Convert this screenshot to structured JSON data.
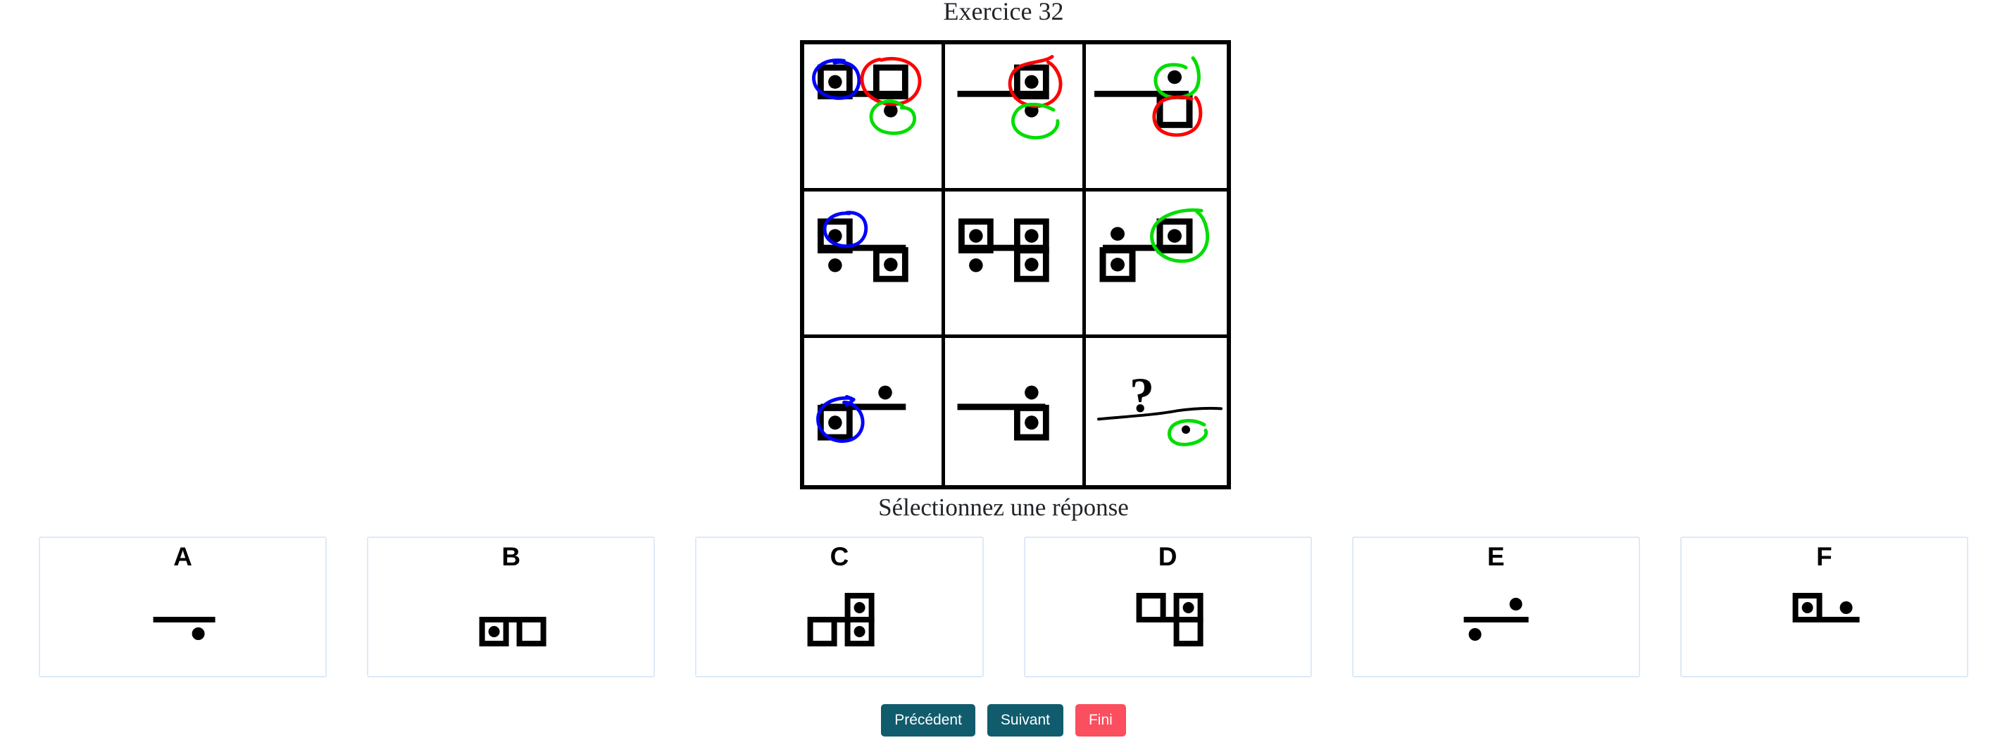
{
  "header": {
    "title": "Exercice 32"
  },
  "prompt": {
    "text": "Sélectionnez une réponse"
  },
  "matrix": {
    "rows": 3,
    "cols": 3,
    "question_mark": "?",
    "cells": [
      {
        "id": "cell-1-1",
        "description": "square-with-dot left, horizontal line, empty square right, dot below-right",
        "annotations": [
          "blue-circle-on-left-dotted-square",
          "red-circle-on-right-empty-square",
          "green-circle-on-lower-dot"
        ]
      },
      {
        "id": "cell-1-2",
        "description": "horizontal line, square-with-dot right, dot below-right",
        "annotations": [
          "red-circle-on-dotted-square",
          "green-circle-on-lower-dot"
        ]
      },
      {
        "id": "cell-1-3",
        "description": "horizontal line, dot above-right, empty square below-right",
        "annotations": [
          "green-circle-on-upper-dot",
          "red-circle-on-empty-square"
        ]
      },
      {
        "id": "cell-2-1",
        "description": "square-with-dot upper-left, line, dot below-left, square-with-dot lower-right",
        "annotations": [
          "blue-circle-on-upper-left-square"
        ]
      },
      {
        "id": "cell-2-2",
        "description": "square-with-dot upper-left, line, dot below-left, two stacked squares-with-dots at right",
        "annotations": []
      },
      {
        "id": "cell-2-3",
        "description": "dot upper-left, square-with-dot lower-left, line, square-with-dot upper-right",
        "annotations": [
          "green-circle-on-upper-right-square"
        ]
      },
      {
        "id": "cell-3-1",
        "description": "square-with-dot lower-left, line, dot above-right",
        "annotations": [
          "blue-circle-on-lower-left-square"
        ]
      },
      {
        "id": "cell-3-2",
        "description": "line, dot above-right, square-with-dot below-right",
        "annotations": []
      },
      {
        "id": "cell-3-3",
        "description": "unknown cell with question mark, hand-drawn line and small dot",
        "annotations": [
          "green-circle-on-small-dot"
        ]
      }
    ]
  },
  "options": [
    {
      "letter": "A",
      "figure": "line-with-dot-below-right"
    },
    {
      "letter": "B",
      "figure": "square-with-dot-left-line-empty-square-right"
    },
    {
      "letter": "C",
      "figure": "empty-square-lower-left-line-two-dotted-squares-right"
    },
    {
      "letter": "D",
      "figure": "empty-square-upper-left-line-dotted-square-upper-right-empty-square-lower-right"
    },
    {
      "letter": "E",
      "figure": "line-with-dot-above-right-and-dot-below-left"
    },
    {
      "letter": "F",
      "figure": "dotted-square-upper-left-line-dot-upper-right"
    }
  ],
  "buttons": [
    {
      "id": "previous",
      "label": "Précédent",
      "style": "teal"
    },
    {
      "id": "next",
      "label": "Suivant",
      "style": "teal"
    },
    {
      "id": "finish",
      "label": "Fini",
      "style": "red"
    }
  ],
  "colors": {
    "teal": "#105c6d",
    "red": "#fb4e5e",
    "annotation_blue": "#0000ff",
    "annotation_red": "#ff0000",
    "annotation_green": "#00dd00",
    "card_border": "#ddeaf8",
    "figure_black": "#000000"
  }
}
